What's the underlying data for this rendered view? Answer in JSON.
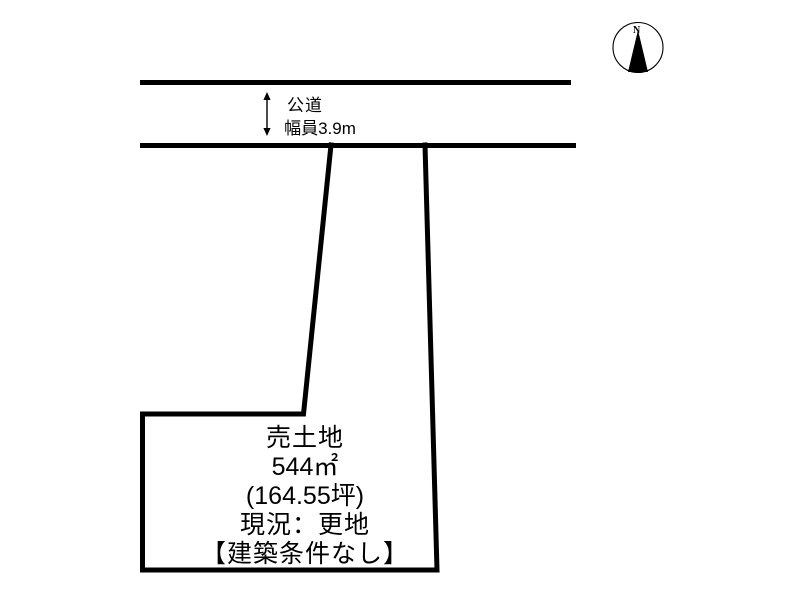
{
  "diagram": {
    "background_color": "#ffffff",
    "line_color": "#000000",
    "road": {
      "type_label": "公道",
      "width_label": "幅員3.9m",
      "dimension_arrow": "double-headed-vertical-arrow"
    },
    "parcel": {
      "title": "売土地",
      "area_metric": "544㎡",
      "area_tsubo": "(164.55坪)",
      "condition": "現況：更地",
      "building_condition": "【建築条件なし】",
      "shape": "flag-lot"
    },
    "compass": {
      "north_label": "N",
      "icon": "compass-north-arrow"
    }
  }
}
